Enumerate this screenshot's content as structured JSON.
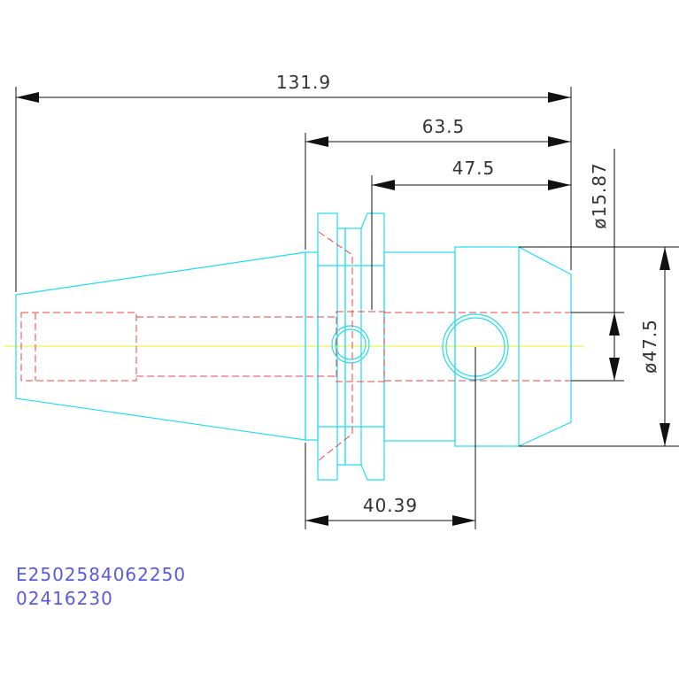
{
  "dimensions": {
    "overall_length": "131.9",
    "length_63": "63.5",
    "length_47": "47.5",
    "dia_bore": "ø15.87",
    "dia_outer": "ø47.5",
    "length_40": "40.39"
  },
  "codes": {
    "line1": "E2502584062250",
    "line2": "02416230"
  },
  "colors": {
    "outline": "#22ddee",
    "hidden": "#ee4444",
    "centerline": "#eeee33",
    "dimension": "#111111",
    "code_text": "#5a5ae0"
  }
}
